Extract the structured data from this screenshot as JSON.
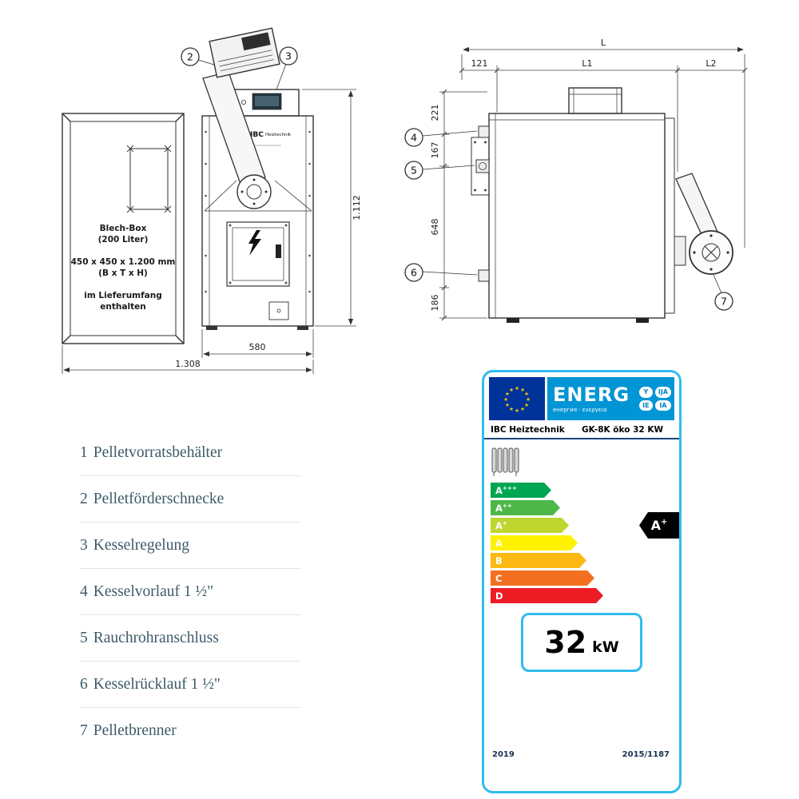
{
  "front_view": {
    "callout_2": "2",
    "callout_3": "3",
    "box_text": {
      "line1": "Blech-Box",
      "line2": "(200 Liter)",
      "line3": "450 x 450 x 1.200 mm",
      "line4": "(B x T x H)",
      "line5": "im Lieferumfang",
      "line6": "enthalten"
    },
    "logo_text": "IBC",
    "logo_sub": "Heiztechnik",
    "dim_height": "1.112",
    "dim_width": "580",
    "dim_total": "1.308"
  },
  "side_view": {
    "callout_4": "4",
    "callout_5": "5",
    "callout_6": "6",
    "callout_7": "7",
    "dim_L": "L",
    "dim_121": "121",
    "dim_L1": "L1",
    "dim_L2": "L2",
    "dim_221": "221",
    "dim_167": "167",
    "dim_648": "648",
    "dim_186": "186"
  },
  "legend": {
    "items": [
      {
        "num": "1",
        "label": "Pelletvorratsbehälter"
      },
      {
        "num": "2",
        "label": "Pelletförderschnecke"
      },
      {
        "num": "3",
        "label": "Kesselregelung"
      },
      {
        "num": "4",
        "label": "Kesselvorlauf 1 ½\""
      },
      {
        "num": "5",
        "label": "Rauchrohranschluss"
      },
      {
        "num": "6",
        "label": "Kesselrücklauf 1 ½\""
      },
      {
        "num": "7",
        "label": "Pelletbrenner"
      }
    ]
  },
  "energy_label": {
    "energ": "ENERG",
    "energ_sub": "енергия · ενεργεια",
    "lang_letters": {
      "tl": "Y",
      "tr": "IJA",
      "bl": "IE",
      "br": "IA"
    },
    "brand": "IBC Heiztechnik",
    "model": "GK-8K öko 32 KW",
    "classes": [
      {
        "base": "A",
        "sup": "+++",
        "color": "#00a651"
      },
      {
        "base": "A",
        "sup": "++",
        "color": "#4db848"
      },
      {
        "base": "A",
        "sup": "+",
        "color": "#bed630"
      },
      {
        "base": "A",
        "sup": "",
        "color": "#fff200"
      },
      {
        "base": "B",
        "sup": "",
        "color": "#fdb913"
      },
      {
        "base": "C",
        "sup": "",
        "color": "#f37021"
      },
      {
        "base": "D",
        "sup": "",
        "color": "#ed1c24"
      }
    ],
    "rating_base": "A",
    "rating_sup": "+",
    "power_value": "32",
    "power_unit": "kW",
    "year": "2019",
    "regulation": "2015/1187",
    "border_color": "#2fbcee",
    "header_color": "#0095d5",
    "flag_color": "#003399"
  }
}
